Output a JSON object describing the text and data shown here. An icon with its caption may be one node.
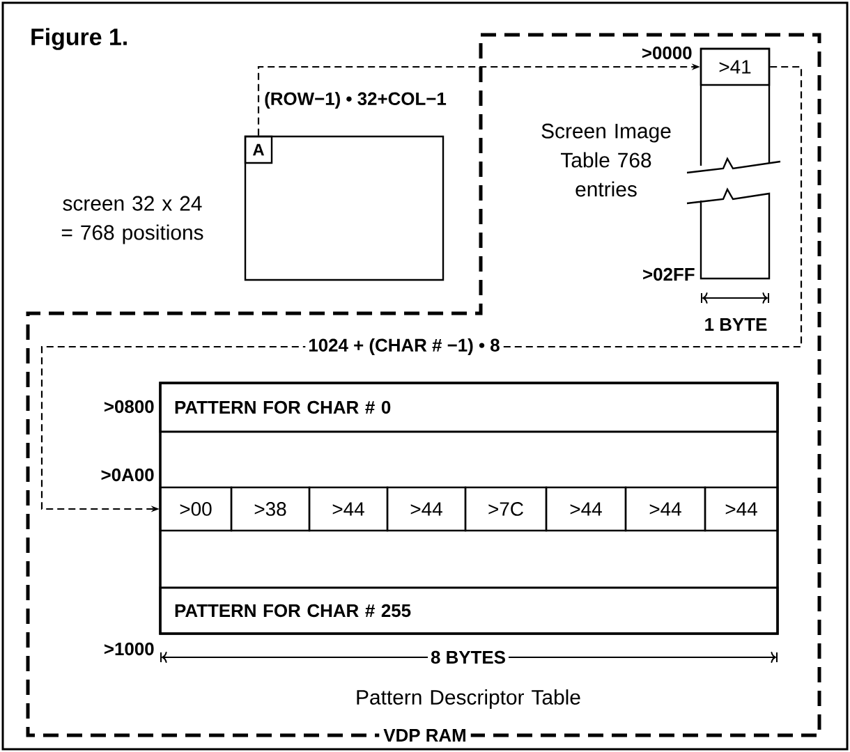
{
  "diagram": {
    "title": "Figure 1.",
    "nodes": [
      {
        "text": [],
        "shape": "box",
        "beside": [
          "screen 32 x 24 = 768 positions"
        ]
      },
      {
        "text": [
          "A"
        ],
        "in": 0
      },
      {
        "text": [
          "VDP RAM"
        ]
      },
      {
        "text": [],
        "shape": "box",
        "in": 2,
        "beside": [
          "Screen Image Table 768 entries"
        ]
      },
      {
        "text": [
          ">41"
        ],
        "in": 3
      },
      {
        "text": [],
        "shape": "box",
        "in": 2,
        "beside": [
          "Pattern Descriptor Table"
        ]
      },
      {
        "text": [
          "PATTERN FOR CHAR # 0"
        ],
        "in": 5
      },
      {
        "text": [
          ">00"
        ],
        "in": 5
      },
      {
        "text": [
          ">38"
        ],
        "in": 5
      },
      {
        "text": [
          ">44"
        ],
        "in": 5
      },
      {
        "text": [
          ">44"
        ],
        "in": 5
      },
      {
        "text": [
          ">7C"
        ],
        "in": 5
      },
      {
        "text": [
          ">44"
        ],
        "in": 5
      },
      {
        "text": [
          ">44"
        ],
        "in": 5
      },
      {
        "text": [
          ">44"
        ],
        "in": 5
      },
      {
        "text": [
          "PATTERN FOR CHAR # 255"
        ],
        "in": 5
      }
    ],
    "edges": [
      {
        "from": 1,
        "to": 4,
        "arrow": "to",
        "style": "dashed",
        "label": "(ROW−1) • 32+COL−1"
      },
      {
        "from": 4,
        "to": 7,
        "arrow": "to",
        "style": "dashed",
        "label": "1024 + (CHAR # −1) • 8"
      }
    ],
    "labels": [
      ">0000",
      ">02FF",
      "1 BYTE",
      ">0800",
      ">0A00",
      ">1000",
      "8 BYTES"
    ]
  }
}
